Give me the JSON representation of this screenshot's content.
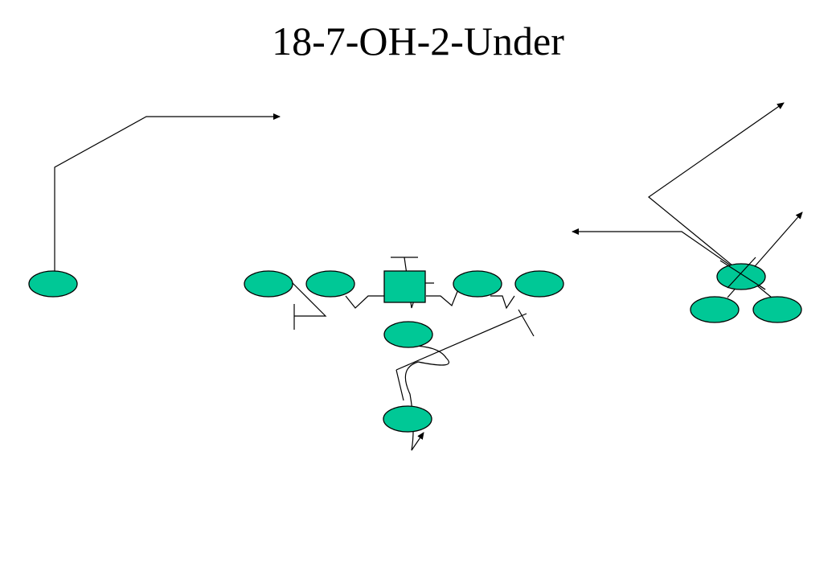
{
  "title": "18-7-OH-2-Under",
  "colors": {
    "player_fill": "#00c896",
    "outline": "#000000",
    "background": "#ffffff"
  },
  "players": [
    {
      "role": "wide-receiver-left",
      "shape": "ellipse"
    },
    {
      "role": "left-tackle",
      "shape": "ellipse"
    },
    {
      "role": "left-guard",
      "shape": "ellipse"
    },
    {
      "role": "center",
      "shape": "square"
    },
    {
      "role": "right-guard",
      "shape": "ellipse"
    },
    {
      "role": "right-tackle",
      "shape": "ellipse"
    },
    {
      "role": "quarterback",
      "shape": "ellipse"
    },
    {
      "role": "running-back",
      "shape": "ellipse"
    },
    {
      "role": "trips-receiver-top",
      "shape": "ellipse"
    },
    {
      "role": "trips-receiver-left",
      "shape": "ellipse"
    },
    {
      "role": "trips-receiver-right",
      "shape": "ellipse"
    }
  ]
}
